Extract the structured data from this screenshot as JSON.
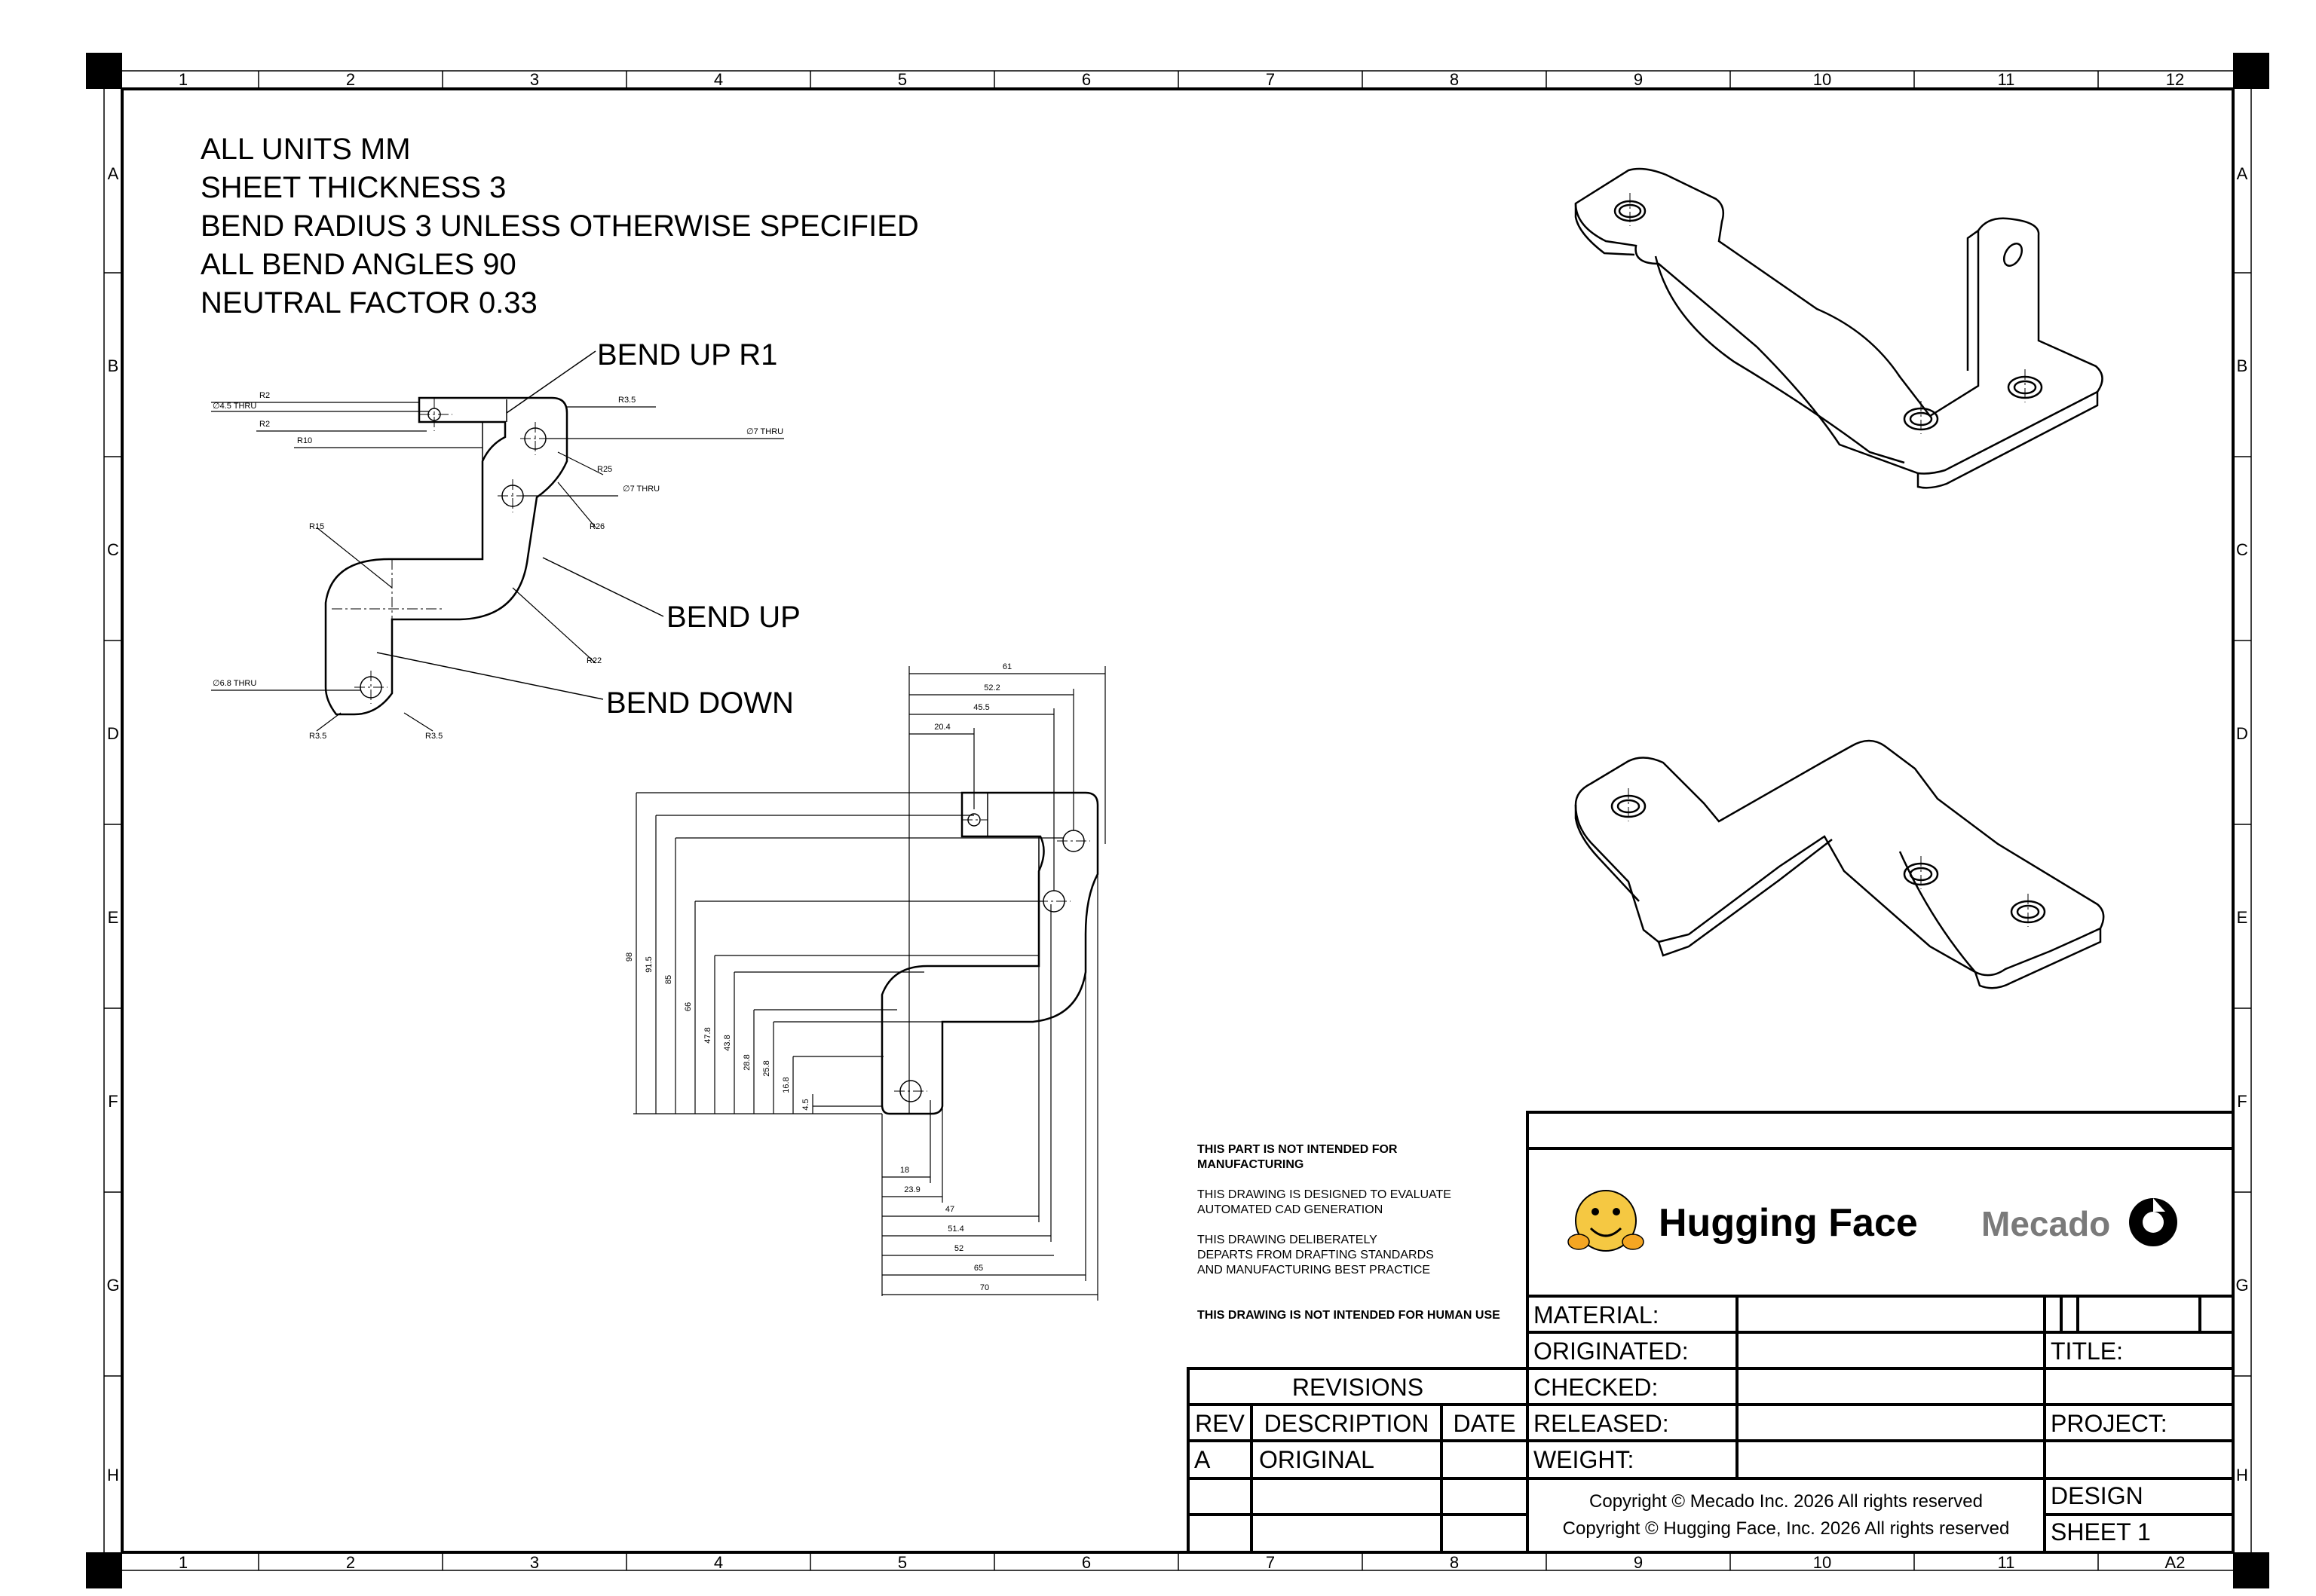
{
  "notes": [
    "ALL UNITS MM",
    "SHEET THICKNESS 3",
    "BEND RADIUS 3 UNLESS OTHERWISE SPECIFIED",
    "ALL BEND ANGLES 90",
    "NEUTRAL FACTOR 0.33"
  ],
  "callouts": {
    "bend_up_r1": "BEND UP R1",
    "bend_up": "BEND UP",
    "bend_down": "BEND DOWN"
  },
  "flat_dims": {
    "r2_a": "R2",
    "hole_45": "∅4.5  THRU",
    "r2_b": "R2",
    "r10": "R10",
    "r35_top": "R3.5",
    "hole_7a": "∅7  THRU",
    "r25": "R25",
    "hole_7b": "∅7  THRU",
    "r26": "R26",
    "r15": "R15",
    "r22": "R22",
    "hole_68": "∅6.8  THRU",
    "r35_bl": "R3.5",
    "r35_br": "R3.5"
  },
  "ordinate_dims": {
    "horizontal_top": [
      "61",
      "52.2",
      "45.5",
      "20.4"
    ],
    "vertical": [
      "98",
      "91.5",
      "85",
      "66",
      "47.8",
      "43.8",
      "28.8",
      "25.8",
      "16.8",
      "4.5"
    ],
    "horizontal_bottom": [
      "18",
      "23.9",
      "47",
      "51.4",
      "52",
      "65",
      "70"
    ]
  },
  "grid": {
    "columns": [
      "1",
      "2",
      "3",
      "4",
      "5",
      "6",
      "7",
      "8",
      "9",
      "10",
      "11",
      "12"
    ],
    "bottom_columns": [
      "1",
      "2",
      "3",
      "4",
      "5",
      "6",
      "7",
      "8",
      "9",
      "10",
      "11",
      "A2"
    ],
    "rows": [
      "A",
      "B",
      "C",
      "D",
      "E",
      "F",
      "G",
      "H"
    ]
  },
  "disclaimers": {
    "d1": "THIS PART IS NOT INTENDED FOR",
    "d1b": "MANUFACTURING",
    "d2a": "THIS DRAWING IS DESIGNED TO EVALUATE",
    "d2b": "AUTOMATED CAD GENERATION",
    "d3a": "THIS DRAWING DELIBERATELY",
    "d3b": "DEPARTS FROM DRAFTING STANDARDS",
    "d3c": "AND MANUFACTURING BEST PRACTICE",
    "d4": "THIS DRAWING IS NOT INTENDED FOR HUMAN USE"
  },
  "title_block": {
    "brand_left": "Hugging Face",
    "brand_right": "Mecado",
    "material": "MATERIAL:",
    "originated": "ORIGINATED:",
    "checked": "CHECKED:",
    "released": "RELEASED:",
    "weight": "WEIGHT:",
    "title": "TITLE:",
    "project": "PROJECT:",
    "design": "DESIGN",
    "sheet": "SHEET 1",
    "copyright1": "Copyright © Mecado Inc. 2026 All rights reserved",
    "copyright2": "Copyright © Hugging Face, Inc. 2026 All rights reserved"
  },
  "revisions": {
    "header": "REVISIONS",
    "col_rev": "REV",
    "col_desc": "DESCRIPTION",
    "col_date": "DATE",
    "rows": [
      {
        "rev": "A",
        "desc": "ORIGINAL",
        "date": ""
      }
    ]
  }
}
